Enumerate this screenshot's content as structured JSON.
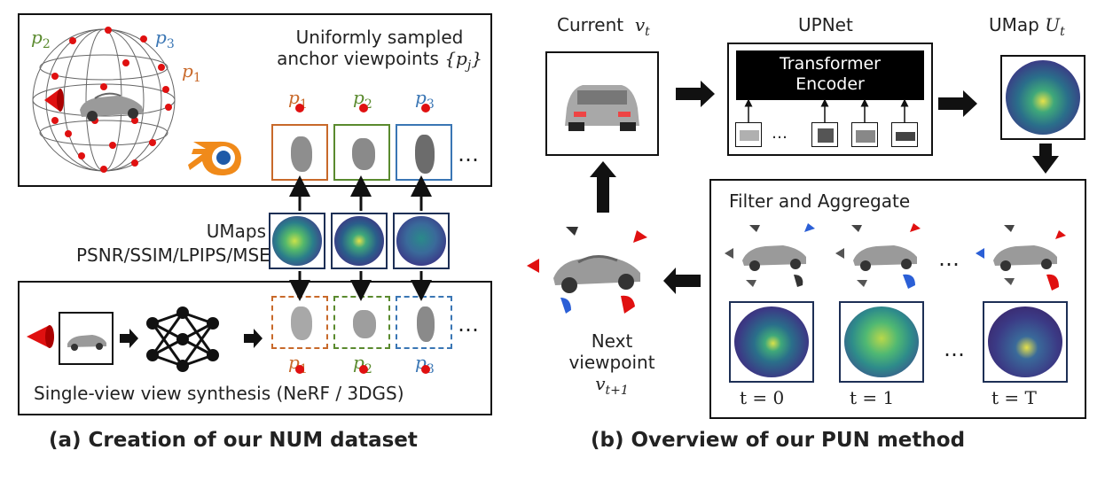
{
  "panel_a": {
    "top_label_line1": "Uniformly sampled",
    "top_label_line2": "anchor viewpoints",
    "top_label_math": "{p",
    "top_label_math_sub": "j",
    "top_label_math_end": "}",
    "sphere_labels": [
      {
        "base": "p",
        "sub": "2",
        "color": "#5a8a2e"
      },
      {
        "base": "p",
        "sub": "3",
        "color": "#3a76b4"
      },
      {
        "base": "p",
        "sub": "1",
        "color": "#c8692a"
      }
    ],
    "anchor_labels": [
      {
        "base": "p",
        "sub": "1",
        "color": "#c8692a"
      },
      {
        "base": "p",
        "sub": "2",
        "color": "#5a8a2e"
      },
      {
        "base": "p",
        "sub": "3",
        "color": "#3a76b4"
      }
    ],
    "ellipsis": "…",
    "umaps_label": "UMaps",
    "metrics_label": "PSNR/SSIM/LPIPS/MSE",
    "bottom_label": "Single-view view synthesis (NeRF / 3DGS)",
    "caption": "(a) Creation of our NUM dataset"
  },
  "panel_b": {
    "current_label": "Current",
    "current_math": "v",
    "current_math_sub": "t",
    "upnet_label": "UPNet",
    "encoder_line1": "Transformer",
    "encoder_line2": "Encoder",
    "encoder_ellipsis": "…",
    "umap_label": "UMap",
    "umap_math": "U",
    "umap_math_sub": "t",
    "filter_label": "Filter and Aggregate",
    "ellipsis": "…",
    "time_labels": [
      "t = 0",
      "t = 1",
      "t = T"
    ],
    "next_line1": "Next",
    "next_line2": "viewpoint",
    "next_math": "v",
    "next_math_sub": "t+1",
    "caption": "(b) Overview of our PUN method"
  },
  "colors": {
    "p1": "#c8692a",
    "p2": "#5a8a2e",
    "p3": "#3a76b4",
    "red_marker": "#e01010",
    "umap_frame": "#1d2f55"
  }
}
